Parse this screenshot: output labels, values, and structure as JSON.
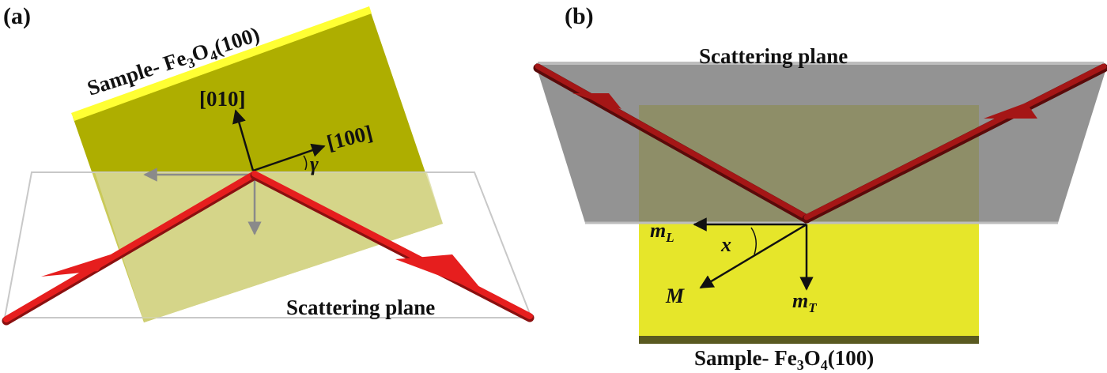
{
  "panel_a": {
    "tag": "(a)",
    "sample_label_prefix": "Sample- Fe",
    "sample_sub1": "3",
    "sample_o": "O",
    "sample_sub2": "4",
    "sample_suffix": "(100)",
    "axis_010": "[010]",
    "axis_100": "[100]",
    "angle_symbol": "γ",
    "plane_label": "Scattering plane"
  },
  "panel_b": {
    "tag": "(b)",
    "plane_label": "Scattering plane",
    "sample_label_prefix": "Sample- Fe",
    "sample_sub1": "3",
    "sample_o": "O",
    "sample_sub2": "4",
    "sample_suffix": "(100)",
    "mL_base": "m",
    "mL_sub": "L",
    "mT_base": "m",
    "mT_sub": "T",
    "M_label": "M",
    "angle_symbol": "x"
  },
  "colors": {
    "sample_a": "#aeae00",
    "sample_edge": "#ffff33",
    "beam": "#e61e1e",
    "beam_dark": "#8a1010",
    "plane_gray": "#8f8f8f",
    "sample_b": "#e6e62a"
  }
}
